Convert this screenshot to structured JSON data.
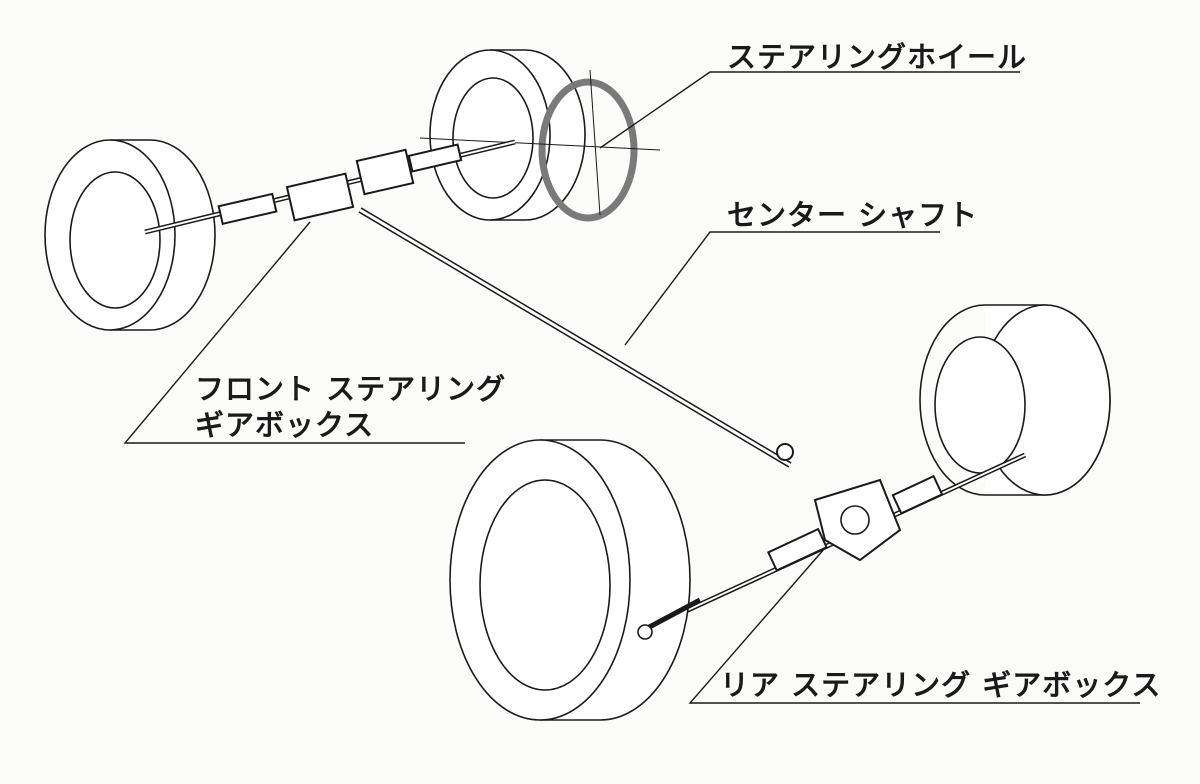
{
  "labels": {
    "steering_wheel": "ステアリングホイール",
    "center_shaft": "センター シャフト",
    "front_gearbox_line1": "フロント ステアリング",
    "front_gearbox_line2": "ギアボックス",
    "rear_gearbox": "リア ステアリング  ギアボックス"
  },
  "colors": {
    "ink": "#1a1a1a",
    "ring": "#7a7a7a",
    "background": "#fbfbfa"
  }
}
